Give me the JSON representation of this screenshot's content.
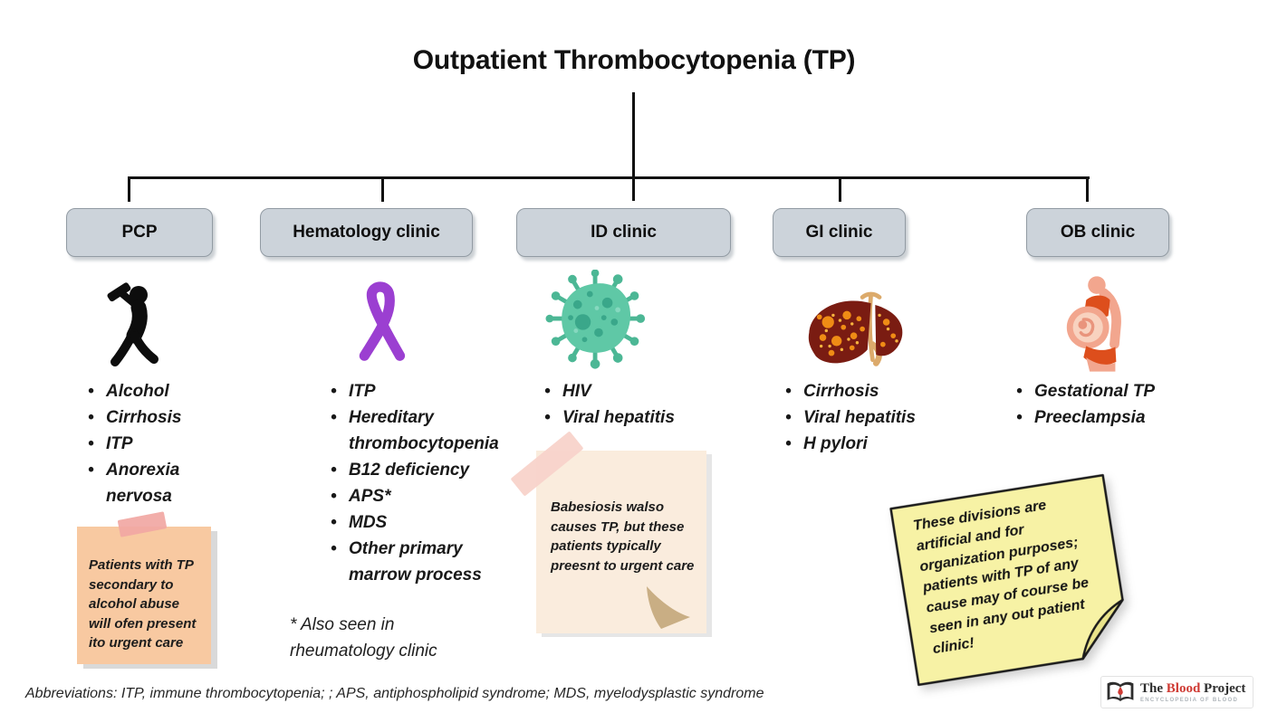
{
  "title": "Outpatient Thrombocytopenia (TP)",
  "columns": [
    {
      "id": "pcp",
      "header": "PCP",
      "icon": "drinking-person-icon",
      "items": [
        "Alcohol",
        "Cirrhosis",
        "ITP",
        "Anorexia nervosa"
      ],
      "note": {
        "text": "Patients with TP secondary to alcohol abuse will ofen present ito urgent care",
        "color": "#f8c9a1"
      }
    },
    {
      "id": "hematology",
      "header": "Hematology clinic",
      "icon": "awareness-ribbon-icon",
      "items": [
        "ITP",
        "Hereditary thrombocytopenia",
        "B12 deficiency",
        "APS*",
        "MDS",
        "Other primary marrow process"
      ],
      "footnote": "* Also seen in rheumatology clinic"
    },
    {
      "id": "id-clinic",
      "header": "ID clinic",
      "icon": "virus-icon",
      "items": [
        "HIV",
        "Viral hepatitis"
      ],
      "note": {
        "text": "Babesiosis walso causes TP, but these patients typically preesnt to urgent care",
        "color": "#faecdd"
      }
    },
    {
      "id": "gi-clinic",
      "header": "GI clinic",
      "icon": "liver-icon",
      "items": [
        "Cirrhosis",
        "Viral hepatitis",
        "H pylori"
      ]
    },
    {
      "id": "ob-clinic",
      "header": "OB clinic",
      "icon": "pregnant-woman-icon",
      "items": [
        "Gestational TP",
        "Preeclampsia"
      ],
      "note": {
        "text": "These divisions are artificial and for organization purposes; patients with TP of any cause may of course be seen in any out patient clinic!",
        "color": "#f7f2a5"
      }
    }
  ],
  "abbreviations": "Abbreviations: ITP, immune thrombocytopenia; ; APS, antiphospholipid syndrome; MDS, myelodysplastic syndrome",
  "logo": {
    "word_the": "The",
    "word_blood": "Blood",
    "word_project": "Project",
    "subtitle": "ENCYCLOPEDIA OF BLOOD"
  },
  "colors": {
    "header_box": "#ccd3da",
    "tree_line": "#111111",
    "ribbon_purple": "#9b3fd1",
    "virus_teal": "#5fc8a6",
    "liver_red": "#7a1c12",
    "liver_spot_orange": "#ef8c15",
    "woman_red": "#dd4e1c",
    "woman_skin": "#f2a68e",
    "note_orange": "#f8c9a1",
    "note_cream": "#faecdd",
    "note_yellow": "#f7f2a5",
    "tape_pink": "#f2aaa5",
    "logo_red": "#cf3a33"
  }
}
